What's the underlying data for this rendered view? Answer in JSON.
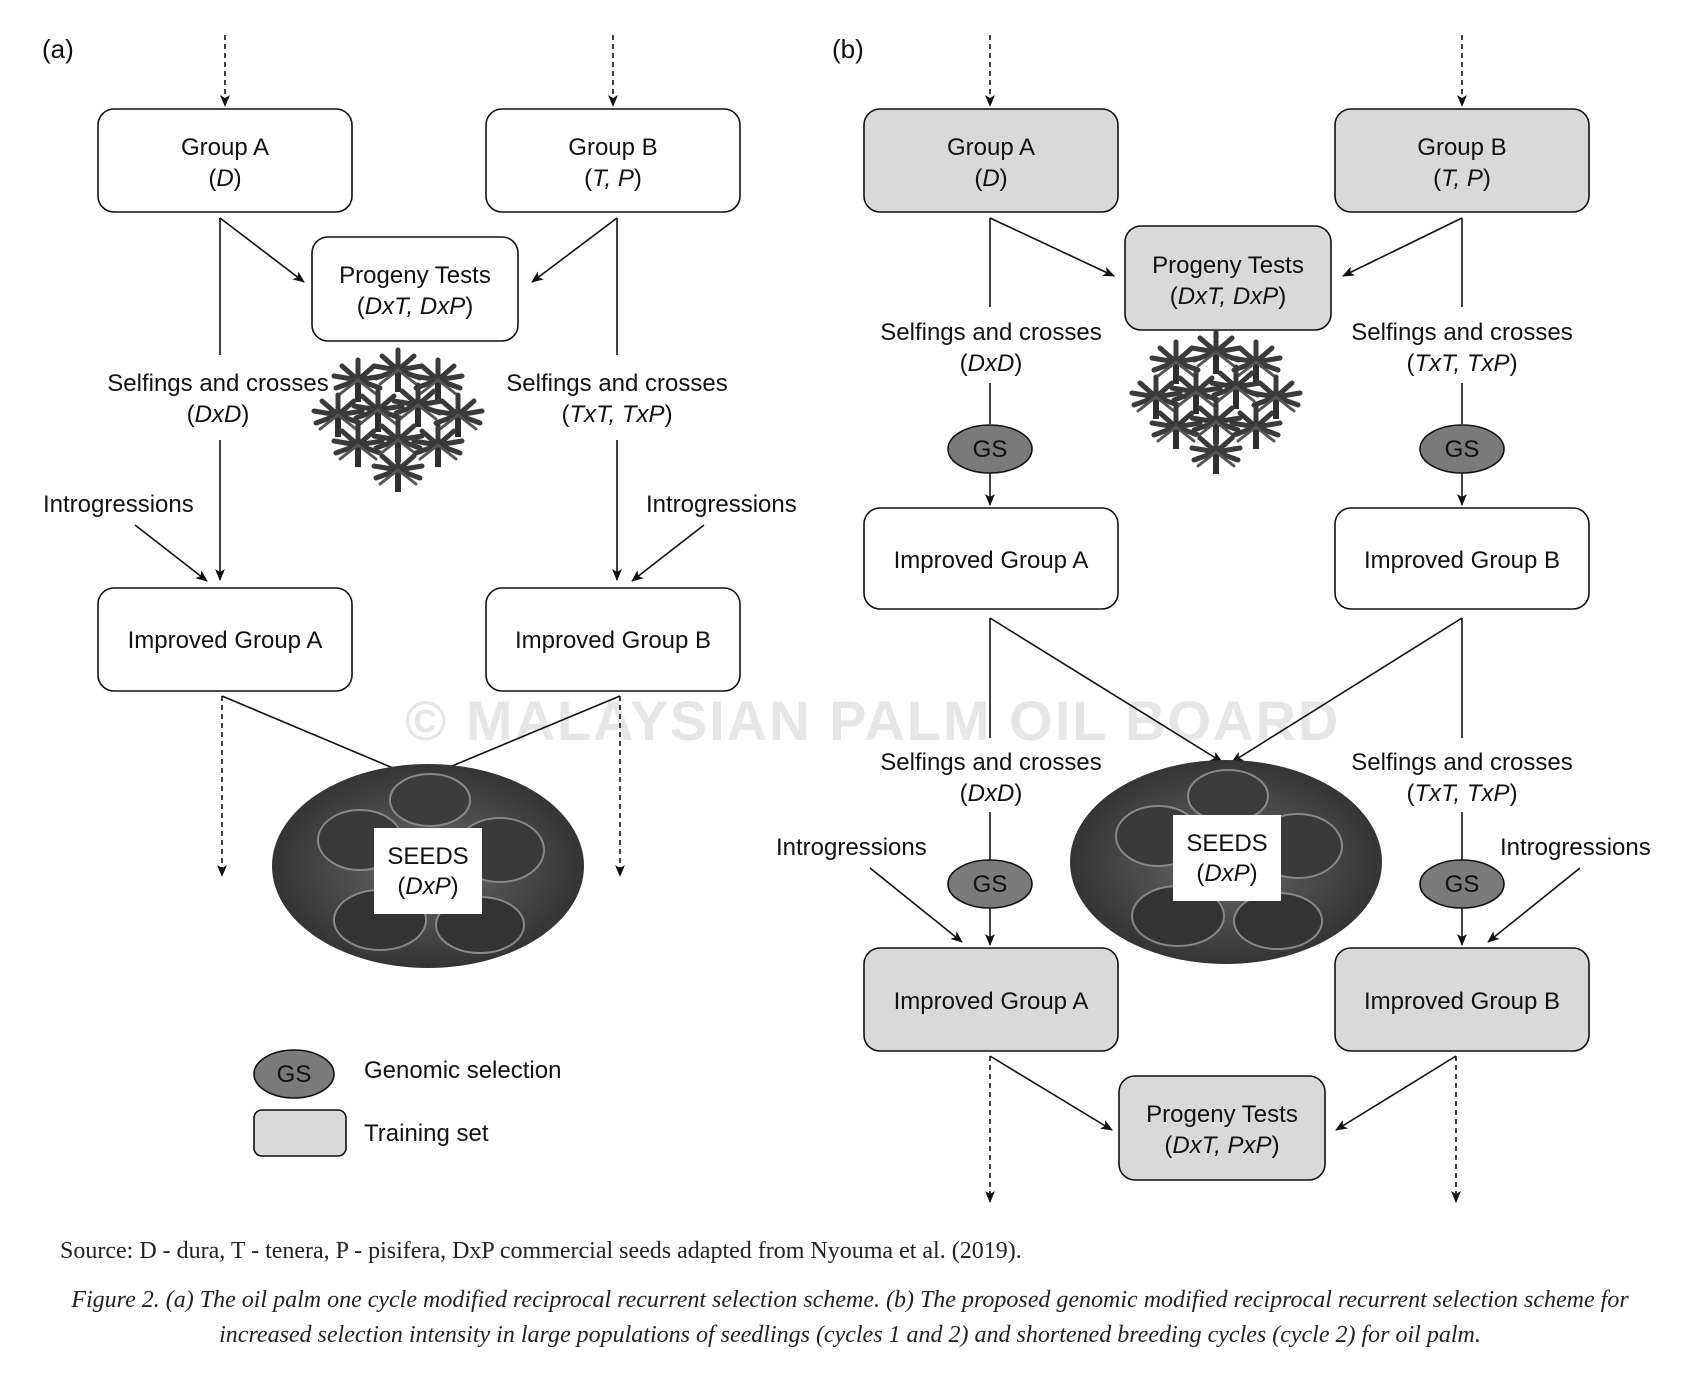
{
  "panel_a": {
    "tag": "(a)",
    "group_a": {
      "title": "Group A",
      "sub": "D"
    },
    "group_b": {
      "title": "Group B",
      "sub": "T, P"
    },
    "progeny": {
      "title": "Progeny Tests",
      "sub": "DxT, DxP"
    },
    "self_left": {
      "title": "Selfings and crosses",
      "sub": "DxD"
    },
    "self_right": {
      "title": "Selfings and crosses",
      "sub": "TxT, TxP"
    },
    "intro_left": "Introgressions",
    "intro_right": "Introgressions",
    "improved_a": "Improved Group A",
    "improved_b": "Improved Group B",
    "seeds": {
      "title": "SEEDS",
      "sub": "DxP"
    }
  },
  "panel_b": {
    "tag": "(b)",
    "group_a": {
      "title": "Group A",
      "sub": "D"
    },
    "group_b": {
      "title": "Group B",
      "sub": "T, P"
    },
    "progeny_top": {
      "title": "Progeny Tests",
      "sub": "DxT, DxP"
    },
    "self_left_1": {
      "title": "Selfings and crosses",
      "sub": "DxD"
    },
    "self_right_1": {
      "title": "Selfings and crosses",
      "sub": "TxT, TxP"
    },
    "gs": "GS",
    "improved_a_1": "Improved Group A",
    "improved_b_1": "Improved Group B",
    "self_left_2": {
      "title": "Selfings and crosses",
      "sub": "DxD"
    },
    "self_right_2": {
      "title": "Selfings and crosses",
      "sub": "TxT, TxP"
    },
    "intro_left": "Introgressions",
    "intro_right": "Introgressions",
    "seeds": {
      "title": "SEEDS",
      "sub": "DxP"
    },
    "improved_a_2": "Improved Group A",
    "improved_b_2": "Improved Group B",
    "progeny_bottom": {
      "title": "Progeny Tests",
      "sub": "DxT, PxP"
    }
  },
  "legend": {
    "gs_symbol": "GS",
    "gs_label": "Genomic selection",
    "training_label": "Training set"
  },
  "watermark": "© MALAYSIAN PALM OIL BOARD",
  "source": "Source: D - dura, T - tenera, P - pisifera, DxP commercial seeds adapted from Nyouma et al. (2019).",
  "caption": "Figure 2. (a) The oil palm one cycle modified reciprocal recurrent selection scheme. (b) The proposed genomic modified reciprocal recurrent selection scheme for increased selection intensity in large populations of seedlings (cycles 1 and 2) and shortened breeding cycles (cycle 2) for oil palm.",
  "colors": {
    "training_fill": "#d9d9d9",
    "gs_fill": "#7a7a7a",
    "line": "#111111"
  }
}
